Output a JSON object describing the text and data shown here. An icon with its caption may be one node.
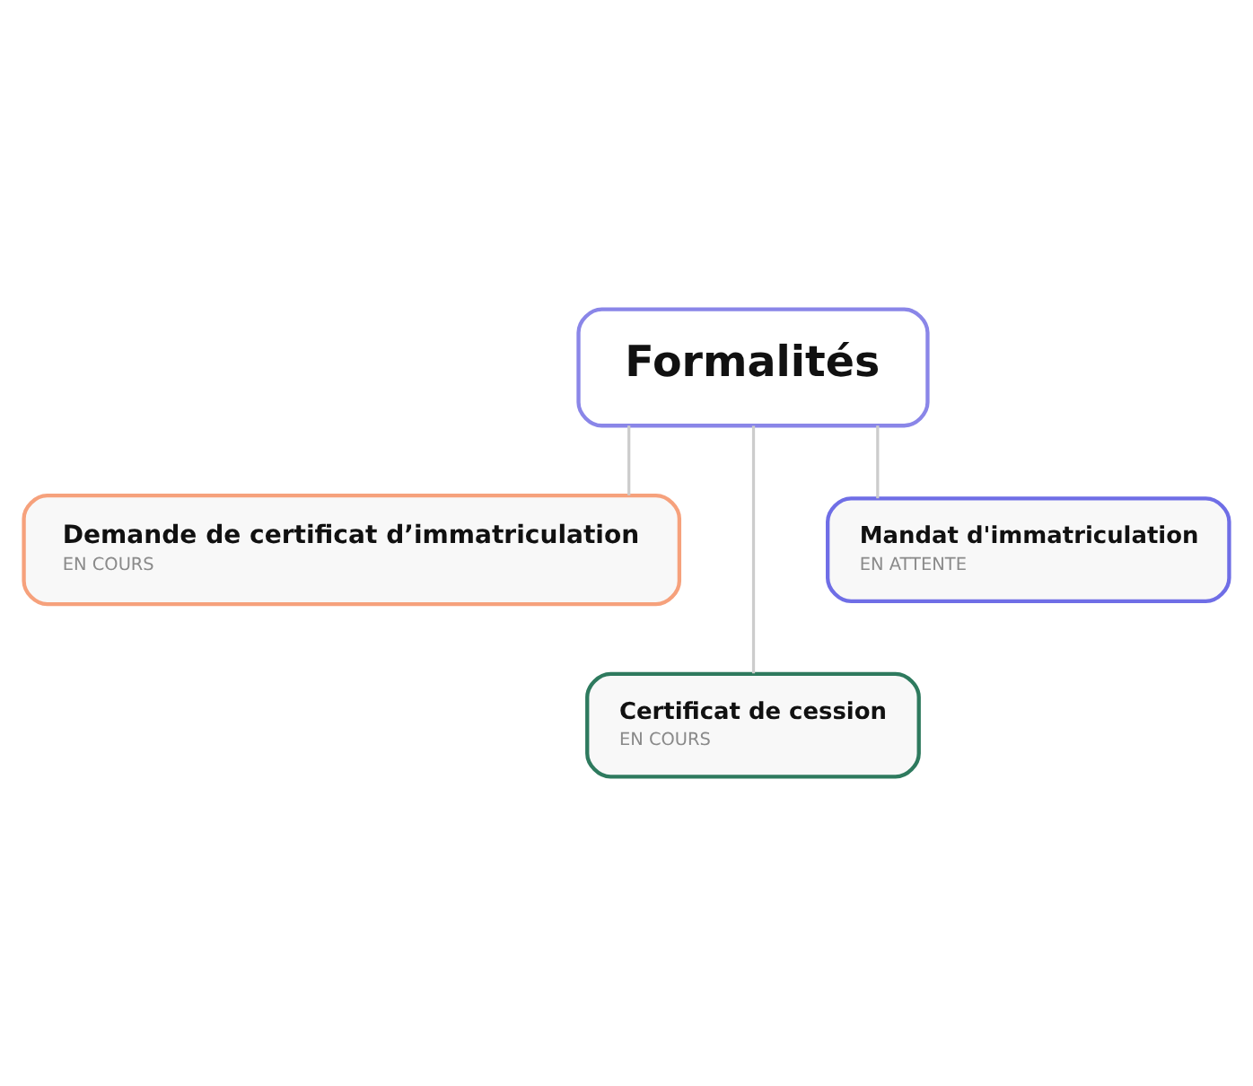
{
  "diagram": {
    "nodes": [
      {
        "text": [
          "Formalités"
        ]
      },
      {
        "text": [
          "Demande de certificat d’immatriculation",
          "EN COURS"
        ]
      },
      {
        "text": [
          "Mandat d'immatriculation",
          "EN ATTENTE"
        ]
      },
      {
        "text": [
          "Certificat de cession",
          "EN COURS"
        ]
      }
    ],
    "edges": [
      {
        "from": 0,
        "to": 1,
        "arrow": "none"
      },
      {
        "from": 0,
        "to": 3,
        "arrow": "none"
      },
      {
        "from": 0,
        "to": 2,
        "arrow": "none"
      }
    ]
  }
}
